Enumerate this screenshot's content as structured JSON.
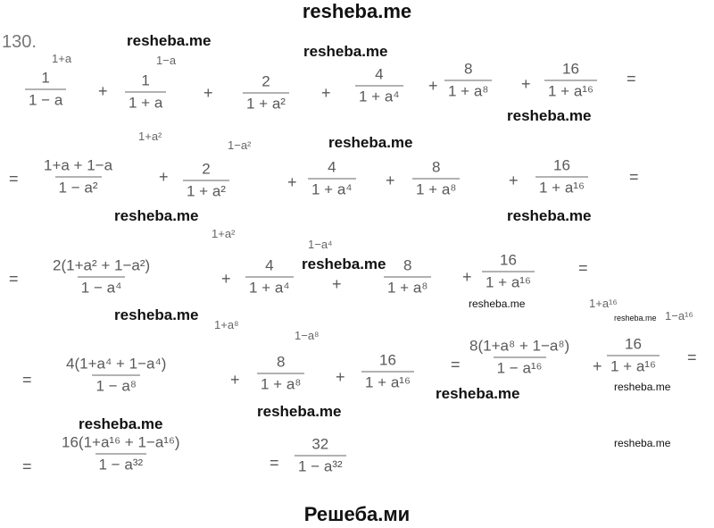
{
  "header": {
    "title": "resheba.me"
  },
  "footer": {
    "title": "Решеба.ми"
  },
  "problem_number": "130.",
  "watermarks": [
    "resheba.me",
    "resheba.me",
    "resheba.me",
    "resheba.me",
    "resheba.me",
    "resheba.me",
    "resheba.me",
    "resheba.me",
    "resheba.me",
    "resheba.me",
    "resheba.me",
    "resheba.me",
    "resheba.me",
    "resheba.me",
    "resheba.me"
  ],
  "lines": [
    {
      "terms": [
        {
          "num": "1",
          "den": "1 − a",
          "ann": "1+a"
        },
        {
          "num": "1",
          "den": "1 + a",
          "ann": "1−a"
        },
        {
          "num": "2",
          "den": "1 + a²"
        },
        {
          "num": "4",
          "den": "1 + a⁴"
        },
        {
          "num": "8",
          "den": "1 + a⁸"
        },
        {
          "num": "16",
          "den": "1 + a¹⁶"
        }
      ],
      "ops": [
        "+",
        "+",
        "+",
        "+",
        "+",
        "="
      ]
    },
    {
      "terms": [
        {
          "num": "1+a + 1−a",
          "den": "1 − a²",
          "ann": "1+a²"
        },
        {
          "num": "2",
          "den": "1 + a²",
          "ann": "1−a²"
        },
        {
          "num": "4",
          "den": "1 + a⁴"
        },
        {
          "num": "8",
          "den": "1 + a⁸"
        },
        {
          "num": "16",
          "den": "1 + a¹⁶"
        }
      ],
      "ops": [
        "=",
        "+",
        "+",
        "+",
        "+",
        "="
      ]
    },
    {
      "terms": [
        {
          "num": "2(1+a² + 1−a²)",
          "den": "1 − a⁴",
          "ann": "1+a²"
        },
        {
          "num": "4",
          "den": "1 + a⁴",
          "ann": "1−a⁴"
        },
        {
          "num": "8",
          "den": "1 + a⁸"
        },
        {
          "num": "16",
          "den": "1 + a¹⁶"
        }
      ],
      "ops": [
        "=",
        "+",
        "+",
        "+",
        "="
      ]
    },
    {
      "terms": [
        {
          "num": "4(1+a⁴ + 1−a⁴)",
          "den": "1 − a⁸",
          "ann": "1+a⁸"
        },
        {
          "num": "8",
          "den": "1 + a⁸",
          "ann": "1−a⁸"
        },
        {
          "num": "16",
          "den": "1 + a¹⁶"
        },
        {
          "num": "8(1+a⁸ + 1−a⁸)",
          "den": "1 − a¹⁶",
          "ann": "1+a¹⁶"
        },
        {
          "num": "16",
          "den": "1 + a¹⁶",
          "ann": "1−a¹⁶"
        }
      ],
      "ops": [
        "=",
        "+",
        "+",
        "=",
        "+",
        "="
      ]
    },
    {
      "terms": [
        {
          "num": "16(1+a¹⁶ + 1−a¹⁶)",
          "den": "1 − a³²"
        },
        {
          "num": "32",
          "den": "1 − a³²"
        }
      ],
      "ops": [
        "=",
        "="
      ]
    }
  ]
}
